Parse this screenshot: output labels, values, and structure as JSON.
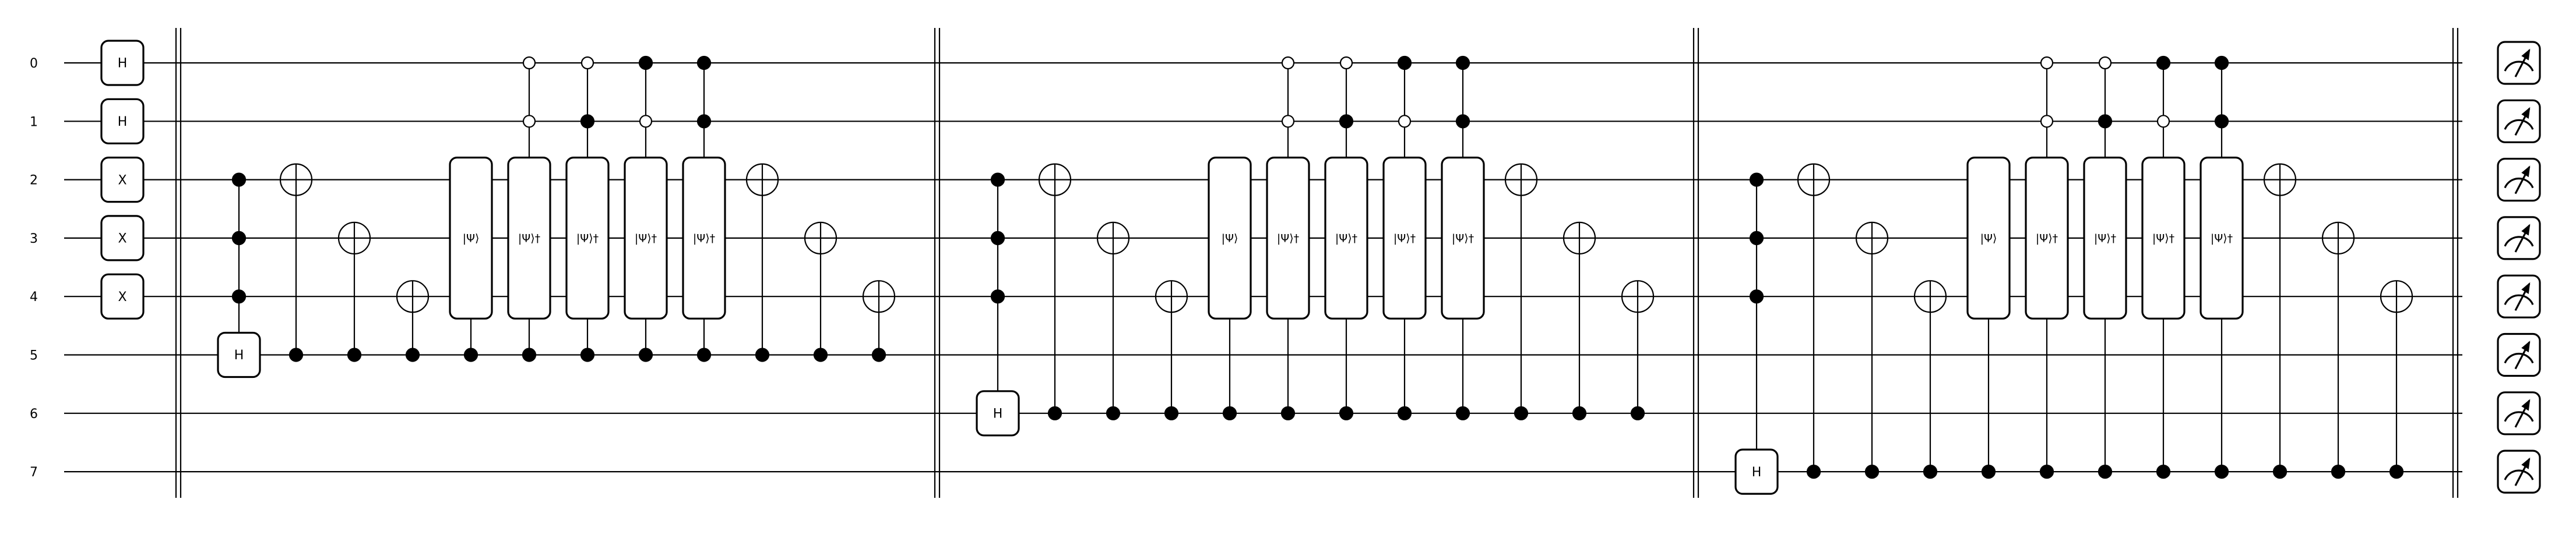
{
  "circuit": {
    "wire_labels": [
      "0",
      "1",
      "2",
      "3",
      "4",
      "5",
      "6",
      "7"
    ],
    "gate_labels": {
      "h": "H",
      "x": "X",
      "psi": "|Ψ⟩",
      "psi_dag": "|Ψ⟩†"
    },
    "colors": {
      "wire": "#000000",
      "gate_fill": "#ffffff",
      "gate_stroke": "#000000",
      "control_closed": "#000000",
      "control_open": "#ffffff"
    },
    "initial_gates": [
      {
        "wire": 0,
        "gate": "h"
      },
      {
        "wire": 1,
        "gate": "h"
      },
      {
        "wire": 2,
        "gate": "x"
      },
      {
        "wire": 3,
        "gate": "x"
      },
      {
        "wire": 4,
        "gate": "x"
      }
    ],
    "blocks": [
      {
        "ancilla": 5,
        "h_target": 5
      },
      {
        "ancilla": 6,
        "h_target": 6
      },
      {
        "ancilla": 7,
        "h_target": 7
      }
    ],
    "oracle_ops": [
      {
        "gate": "psi",
        "controls": []
      },
      {
        "gate": "psi_dag",
        "controls": [
          {
            "wire": 0,
            "type": "open"
          },
          {
            "wire": 1,
            "type": "open"
          }
        ]
      },
      {
        "gate": "psi_dag",
        "controls": [
          {
            "wire": 0,
            "type": "open"
          },
          {
            "wire": 1,
            "type": "closed"
          }
        ]
      },
      {
        "gate": "psi_dag",
        "controls": [
          {
            "wire": 0,
            "type": "closed"
          },
          {
            "wire": 1,
            "type": "open"
          }
        ]
      },
      {
        "gate": "psi_dag",
        "controls": [
          {
            "wire": 0,
            "type": "closed"
          },
          {
            "wire": 1,
            "type": "closed"
          }
        ]
      }
    ],
    "toffoli_controls": [
      2,
      3,
      4
    ],
    "cnot_targets_before": [
      2,
      3,
      4
    ],
    "cnot_targets_after": [
      2,
      3,
      4
    ],
    "measurements": [
      0,
      1,
      2,
      3,
      4,
      5,
      6,
      7
    ],
    "icon": "meter-icon"
  }
}
